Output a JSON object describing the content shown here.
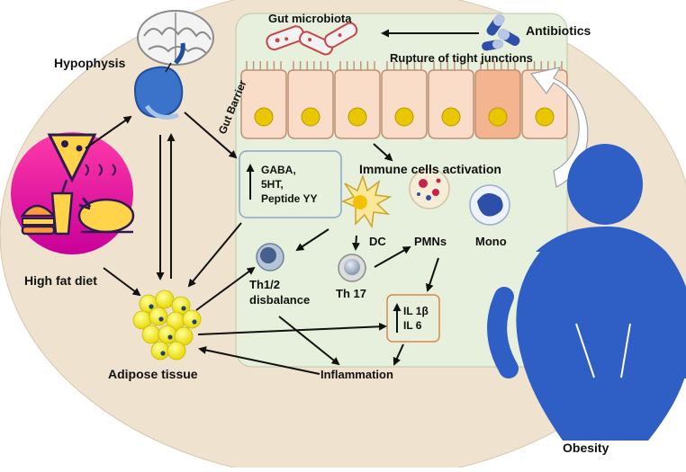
{
  "labels": {
    "gut_microbiota": "Gut microbiota",
    "antibiotics": "Antibiotics",
    "rupture": "Rupture of tight junctions",
    "hypophysis": "Hypophysis",
    "gut_barrier": "Gut Barrier",
    "immune_activation": "Immune cells activation",
    "gaba_box": "GABA,\n5HT,\nPeptide YY",
    "dc": "DC",
    "pmns": "PMNs",
    "mono": "Mono",
    "th17": "Th 17",
    "th12": "Th1/2\ndisbalance",
    "il_box": "IL 1β\nIL 6",
    "high_fat_diet": "High fat diet",
    "adipose_tissue": "Adipose tissue",
    "inflammation": "Inflammation",
    "obesity": "Obesity"
  },
  "colors": {
    "background_oval": "#efe3cf",
    "gut_panel": "#e6f0dc",
    "epithelial_cell": "#f9ddc9",
    "epithelial_cell_highlight": "#f4b48f",
    "nucleus": "#e8c600",
    "cell_border": "#c08f72",
    "obesity_figure": "#2f5fc4",
    "brain_neuron": "#3a73c9",
    "diet_gradient_top": "#ff2fa0",
    "diet_gradient_bottom": "#d0009a",
    "arrow": "#111111",
    "box_border_blue": "#8aa5c9",
    "box_border_orange": "#d9884a"
  },
  "icons": {
    "brain": "brain-icon",
    "neuron": "neuron-icon",
    "food": "fast-food-icon",
    "pills": "antibiotic-pills-icon",
    "bacteria": "bacteria-icon",
    "fat_cells": "adipocyte-cluster-icon",
    "dc": "dendritic-cell-icon",
    "pmn": "pmn-cell-icon",
    "mono": "monocyte-icon",
    "th": "t-cell-icon",
    "body": "obese-person-icon"
  }
}
